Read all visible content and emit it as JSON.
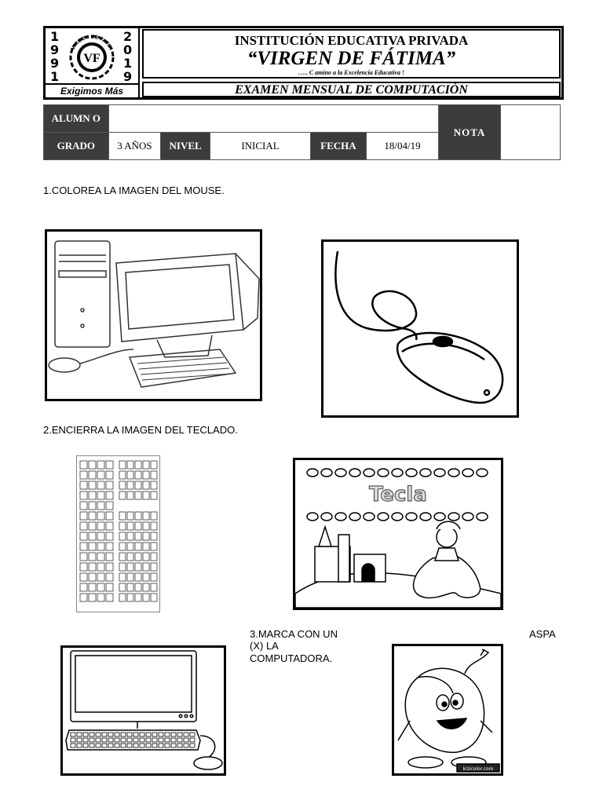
{
  "header": {
    "logo_years_left": [
      "1",
      "9",
      "9",
      "1"
    ],
    "logo_years_right": [
      "2",
      "0",
      "1",
      "9"
    ],
    "logo_arc_text": "VIRGEN DE FATIMA",
    "logo_letter": "VF",
    "logo_motto": "Exigimos Más",
    "institution": "INSTITUCIÓN EDUCATIVA PRIVADA",
    "school_name": "“VIRGEN DE FÁTIMA”",
    "tagline": "….. C amino a la Excelencia Educativa !",
    "exam_title": "EXAMEN MENSUAL DE COMPUTACIÓN"
  },
  "info": {
    "alumno_label": "ALUMN O",
    "alumno_value": "",
    "grado_label": "GRADO",
    "grado_value": "3 AÑOS",
    "nivel_label": "NIVEL",
    "nivel_value": "INICIAL",
    "fecha_label": "FECHA",
    "fecha_value": "18/04/19",
    "nota_label": "NOTA",
    "nota_value": ""
  },
  "questions": {
    "q1": "1.COLOREA LA IMAGEN DEL MOUSE.",
    "q2": "2.ENCIERRA LA IMAGEN DEL TECLADO.",
    "q3_part1": "3.MARCA CON UN",
    "q3_part2": "ASPA",
    "q3_part3": "(X) LA",
    "q3_part4": "COMPUTADORA."
  },
  "images": {
    "tecla_word": "Tecla",
    "watermark": "kizicolor.com"
  }
}
